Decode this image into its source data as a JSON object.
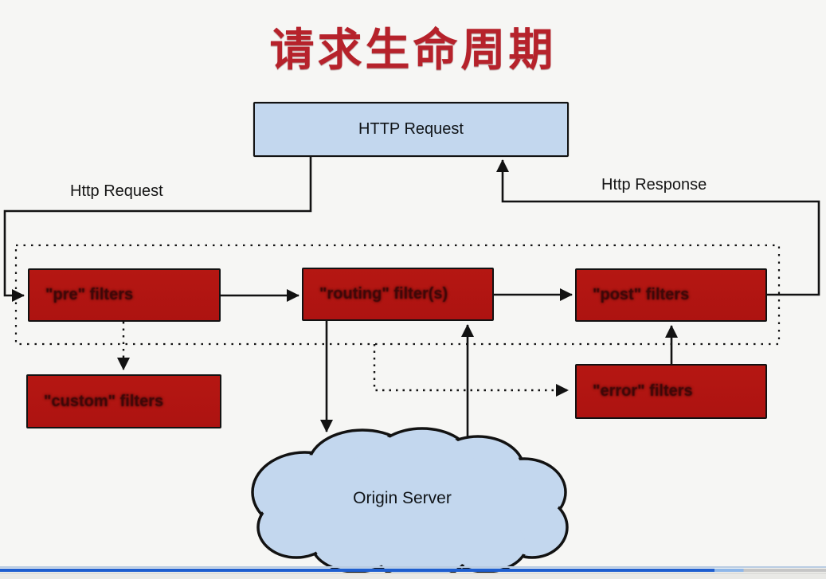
{
  "title": "请求生命周期",
  "flow_labels": {
    "request": "Http Request",
    "response": "Http Response"
  },
  "nodes": {
    "http_request": "HTTP Request",
    "pre_filters": "\"pre\" filters",
    "routing_filters": "\"routing\" filter(s)",
    "post_filters": "\"post\" filters",
    "custom_filters": "\"custom\" filters",
    "error_filters": "\"error\" filters",
    "origin_server": "Origin Server"
  },
  "colors": {
    "title": "#b6222b",
    "filter_box": "#b11512",
    "http_box": "#c3d7ee",
    "cloud": "#c3d7ee",
    "line": "#121212",
    "progress": "#1e5ecf"
  },
  "connections": [
    {
      "from": "http_request",
      "to": "pre_filters",
      "style": "solid",
      "label": "Http Request"
    },
    {
      "from": "pre_filters",
      "to": "routing_filters",
      "style": "solid"
    },
    {
      "from": "routing_filters",
      "to": "post_filters",
      "style": "solid"
    },
    {
      "from": "post_filters",
      "to": "http_request",
      "style": "solid",
      "label": "Http Response"
    },
    {
      "from": "pre_filters",
      "to": "custom_filters",
      "style": "dotted"
    },
    {
      "from": "routing_filters",
      "to": "origin_server",
      "style": "solid"
    },
    {
      "from": "origin_server",
      "to": "routing_filters",
      "style": "solid"
    },
    {
      "from": "filter_boundary",
      "to": "error_filters",
      "style": "dotted"
    },
    {
      "from": "error_filters",
      "to": "post_filters",
      "style": "solid"
    }
  ],
  "player_bar": {
    "progress_pct": 90
  }
}
